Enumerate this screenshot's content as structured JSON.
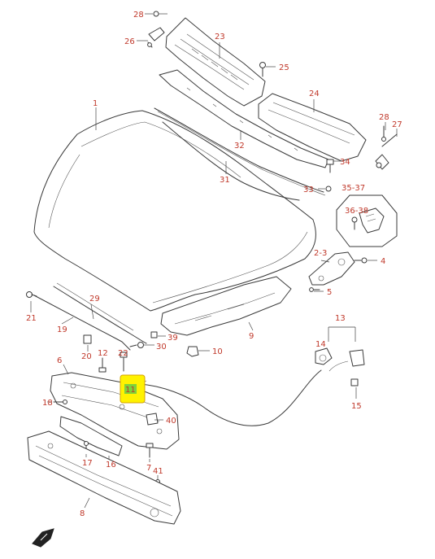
{
  "diagram": {
    "callouts": {
      "p1": "1",
      "p2_3": "2-3",
      "p4": "4",
      "p5": "5",
      "p6": "6",
      "p7": "7",
      "p8": "8",
      "p9": "9",
      "p10": "10",
      "p11": "11",
      "p12": "12",
      "p13": "13",
      "p14": "14",
      "p15": "15",
      "p16": "16",
      "p17": "17",
      "p18": "18",
      "p19": "19",
      "p20": "20",
      "p21": "21",
      "p22": "22",
      "p23": "23",
      "p24": "24",
      "p25": "25",
      "p26": "26",
      "p27": "27",
      "p28a": "28",
      "p28b": "28",
      "p29": "29",
      "p30": "30",
      "p31": "31",
      "p32": "32",
      "p33": "33",
      "p34": "34",
      "p35_37": "35-37",
      "p36_38": "36-38",
      "p39": "39",
      "p40": "40",
      "p41": "41"
    },
    "highlight_color": "#fff200",
    "callout_color": "#c0392b"
  }
}
